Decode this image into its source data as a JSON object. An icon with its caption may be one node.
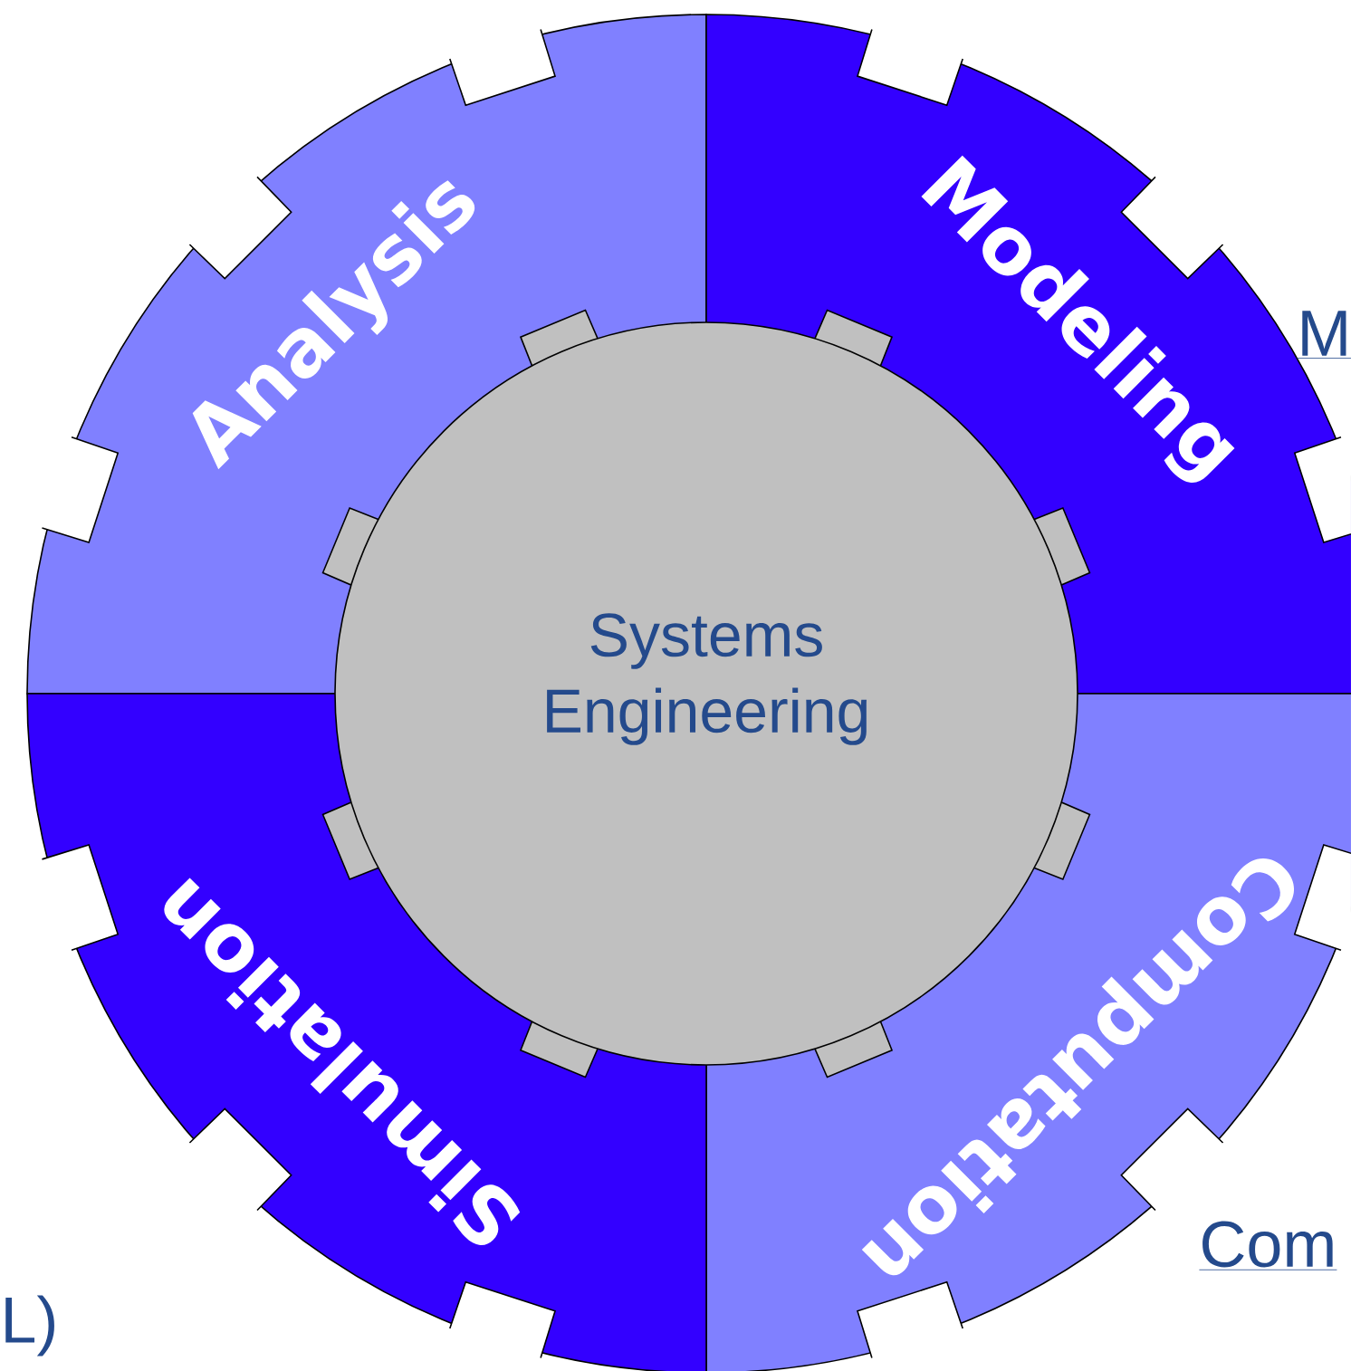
{
  "diagram": {
    "nodes": [
      {
        "text": [
          "Analysis"
        ]
      },
      {
        "text": [
          "Modeling"
        ]
      },
      {
        "text": [
          "Computation"
        ]
      },
      {
        "text": [
          "Simulation"
        ]
      },
      {
        "text": [
          "Systems Engineering"
        ]
      }
    ],
    "labels": [
      "M",
      "Com",
      "L)"
    ]
  }
}
